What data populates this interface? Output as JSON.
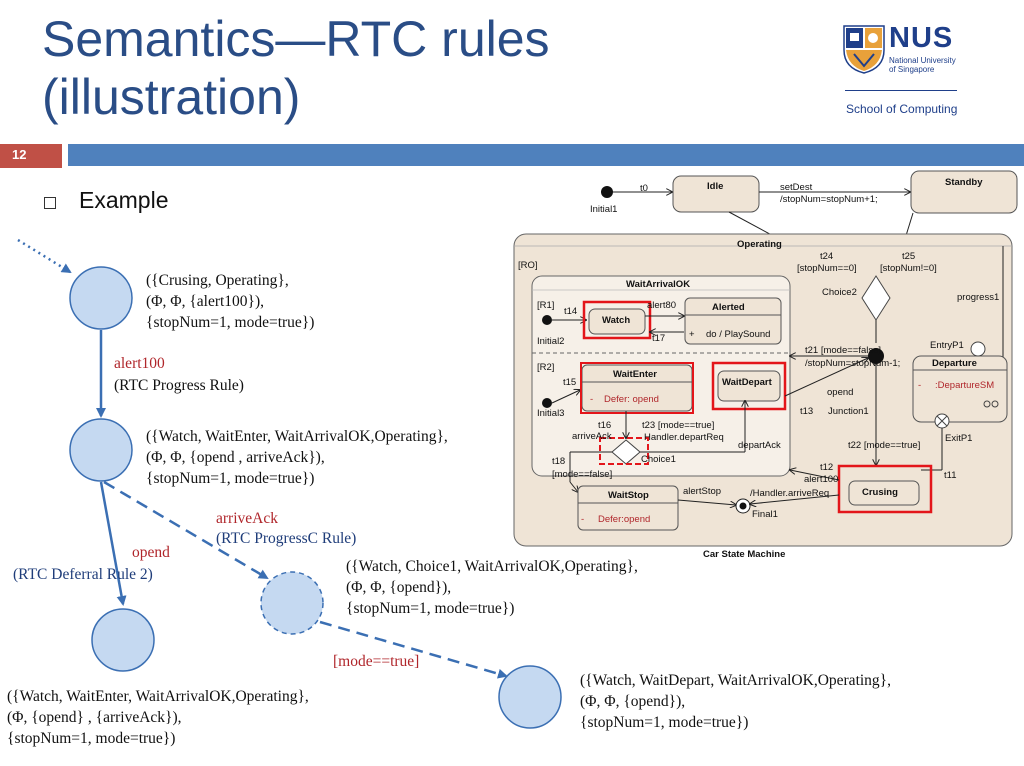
{
  "slide": {
    "title_line1": "Semantics—RTC rules",
    "title_line2": "(illustration)",
    "slide_number": "12",
    "bullet": "Example"
  },
  "logo": {
    "abbr": "NUS",
    "line1": "National University",
    "line2": "of Singapore",
    "school": "School of Computing"
  },
  "flow": {
    "state1": [
      "({Crusing, Operating},",
      "(Φ, Φ, {alert100}),",
      "{stopNum=1, mode=true})"
    ],
    "edge1_event": "alert100",
    "edge1_rule": "(RTC Progress Rule)",
    "state2": [
      "({Watch, WaitEnter, WaitArrivalOK,Operating},",
      "(Φ,  Φ, {opend , arriveAck}),",
      "{stopNum=1, mode=true})"
    ],
    "edge2_event": "opend",
    "edge2_rule": "(RTC Deferral Rule 2)",
    "edge3_event": "arriveAck",
    "edge3_rule": "(RTC ProgressC Rule)",
    "state3": [
      "({Watch, Choice1, WaitArrivalOK,Operating},",
      "(Φ, Φ, {opend}),",
      "{stopNum=1, mode=true})"
    ],
    "edge4_guard": "[mode==true]",
    "state4": [
      "({Watch, WaitEnter, WaitArrivalOK,Operating},",
      "(Φ, {opend} , {arriveAck}),",
      "{stopNum=1, mode=true})"
    ],
    "state5": [
      "({Watch, WaitDepart, WaitArrivalOK,Operating},",
      "(Φ, Φ, {opend}),",
      "{stopNum=1, mode=true})"
    ]
  },
  "machine": {
    "caption": "Car State Machine",
    "initial1": "Initial1",
    "t0": "t0",
    "idle": "Idle",
    "setdest": "setDest",
    "setdest_action": "/stopNum=stopNum+1;",
    "standby": "Standby",
    "operating": "Operating",
    "ro": "[RO]",
    "t24": "t24",
    "t24_guard": "[stopNum==0]",
    "t25": "t25",
    "t25_guard": "[stopNum!=0]",
    "choice2": "Choice2",
    "progress1": "progress1",
    "waitarrivalok": "WaitArrivalOK",
    "r1": "[R1]",
    "t14": "t14",
    "watch": "Watch",
    "alert80": "alert80",
    "alerted": "Alerted",
    "alerted_action": "do / PlaySound",
    "t17": "t17",
    "initial2": "Initial2",
    "r2": "[R2]",
    "t15": "t15",
    "waitenter": "WaitEnter",
    "defer_opend": "Defer: opend",
    "waitdepart": "WaitDepart",
    "initial3": "Initial3",
    "t16": "t16",
    "arriveack": "arriveAck",
    "t23": "t23 [mode==true]",
    "handler_depart": "Handler.departReq",
    "departack": "departAck",
    "choice1": "Choice1",
    "t18": "t18",
    "t18_guard": "[mode==false]",
    "waitstop": "WaitStop",
    "alertstop": "alertStop",
    "defer_opend2": "Defer:opend",
    "t21": "t21 [mode==false]",
    "t21_action": "/stopNum=stopNum-1;",
    "opend": "opend",
    "t13": "t13",
    "junction1": "Junction1",
    "entryp1": "EntryP1",
    "departure": "Departure",
    "departure_sub": ":DepartureSM",
    "t22": "t22 [mode==true]",
    "exitp1": "ExitP1",
    "t12": "t12",
    "alert100": "alert100",
    "handler_arrive": "/Handler.arriveReq",
    "crusing": "Crusing",
    "t11": "t11",
    "final1": "Final1"
  }
}
